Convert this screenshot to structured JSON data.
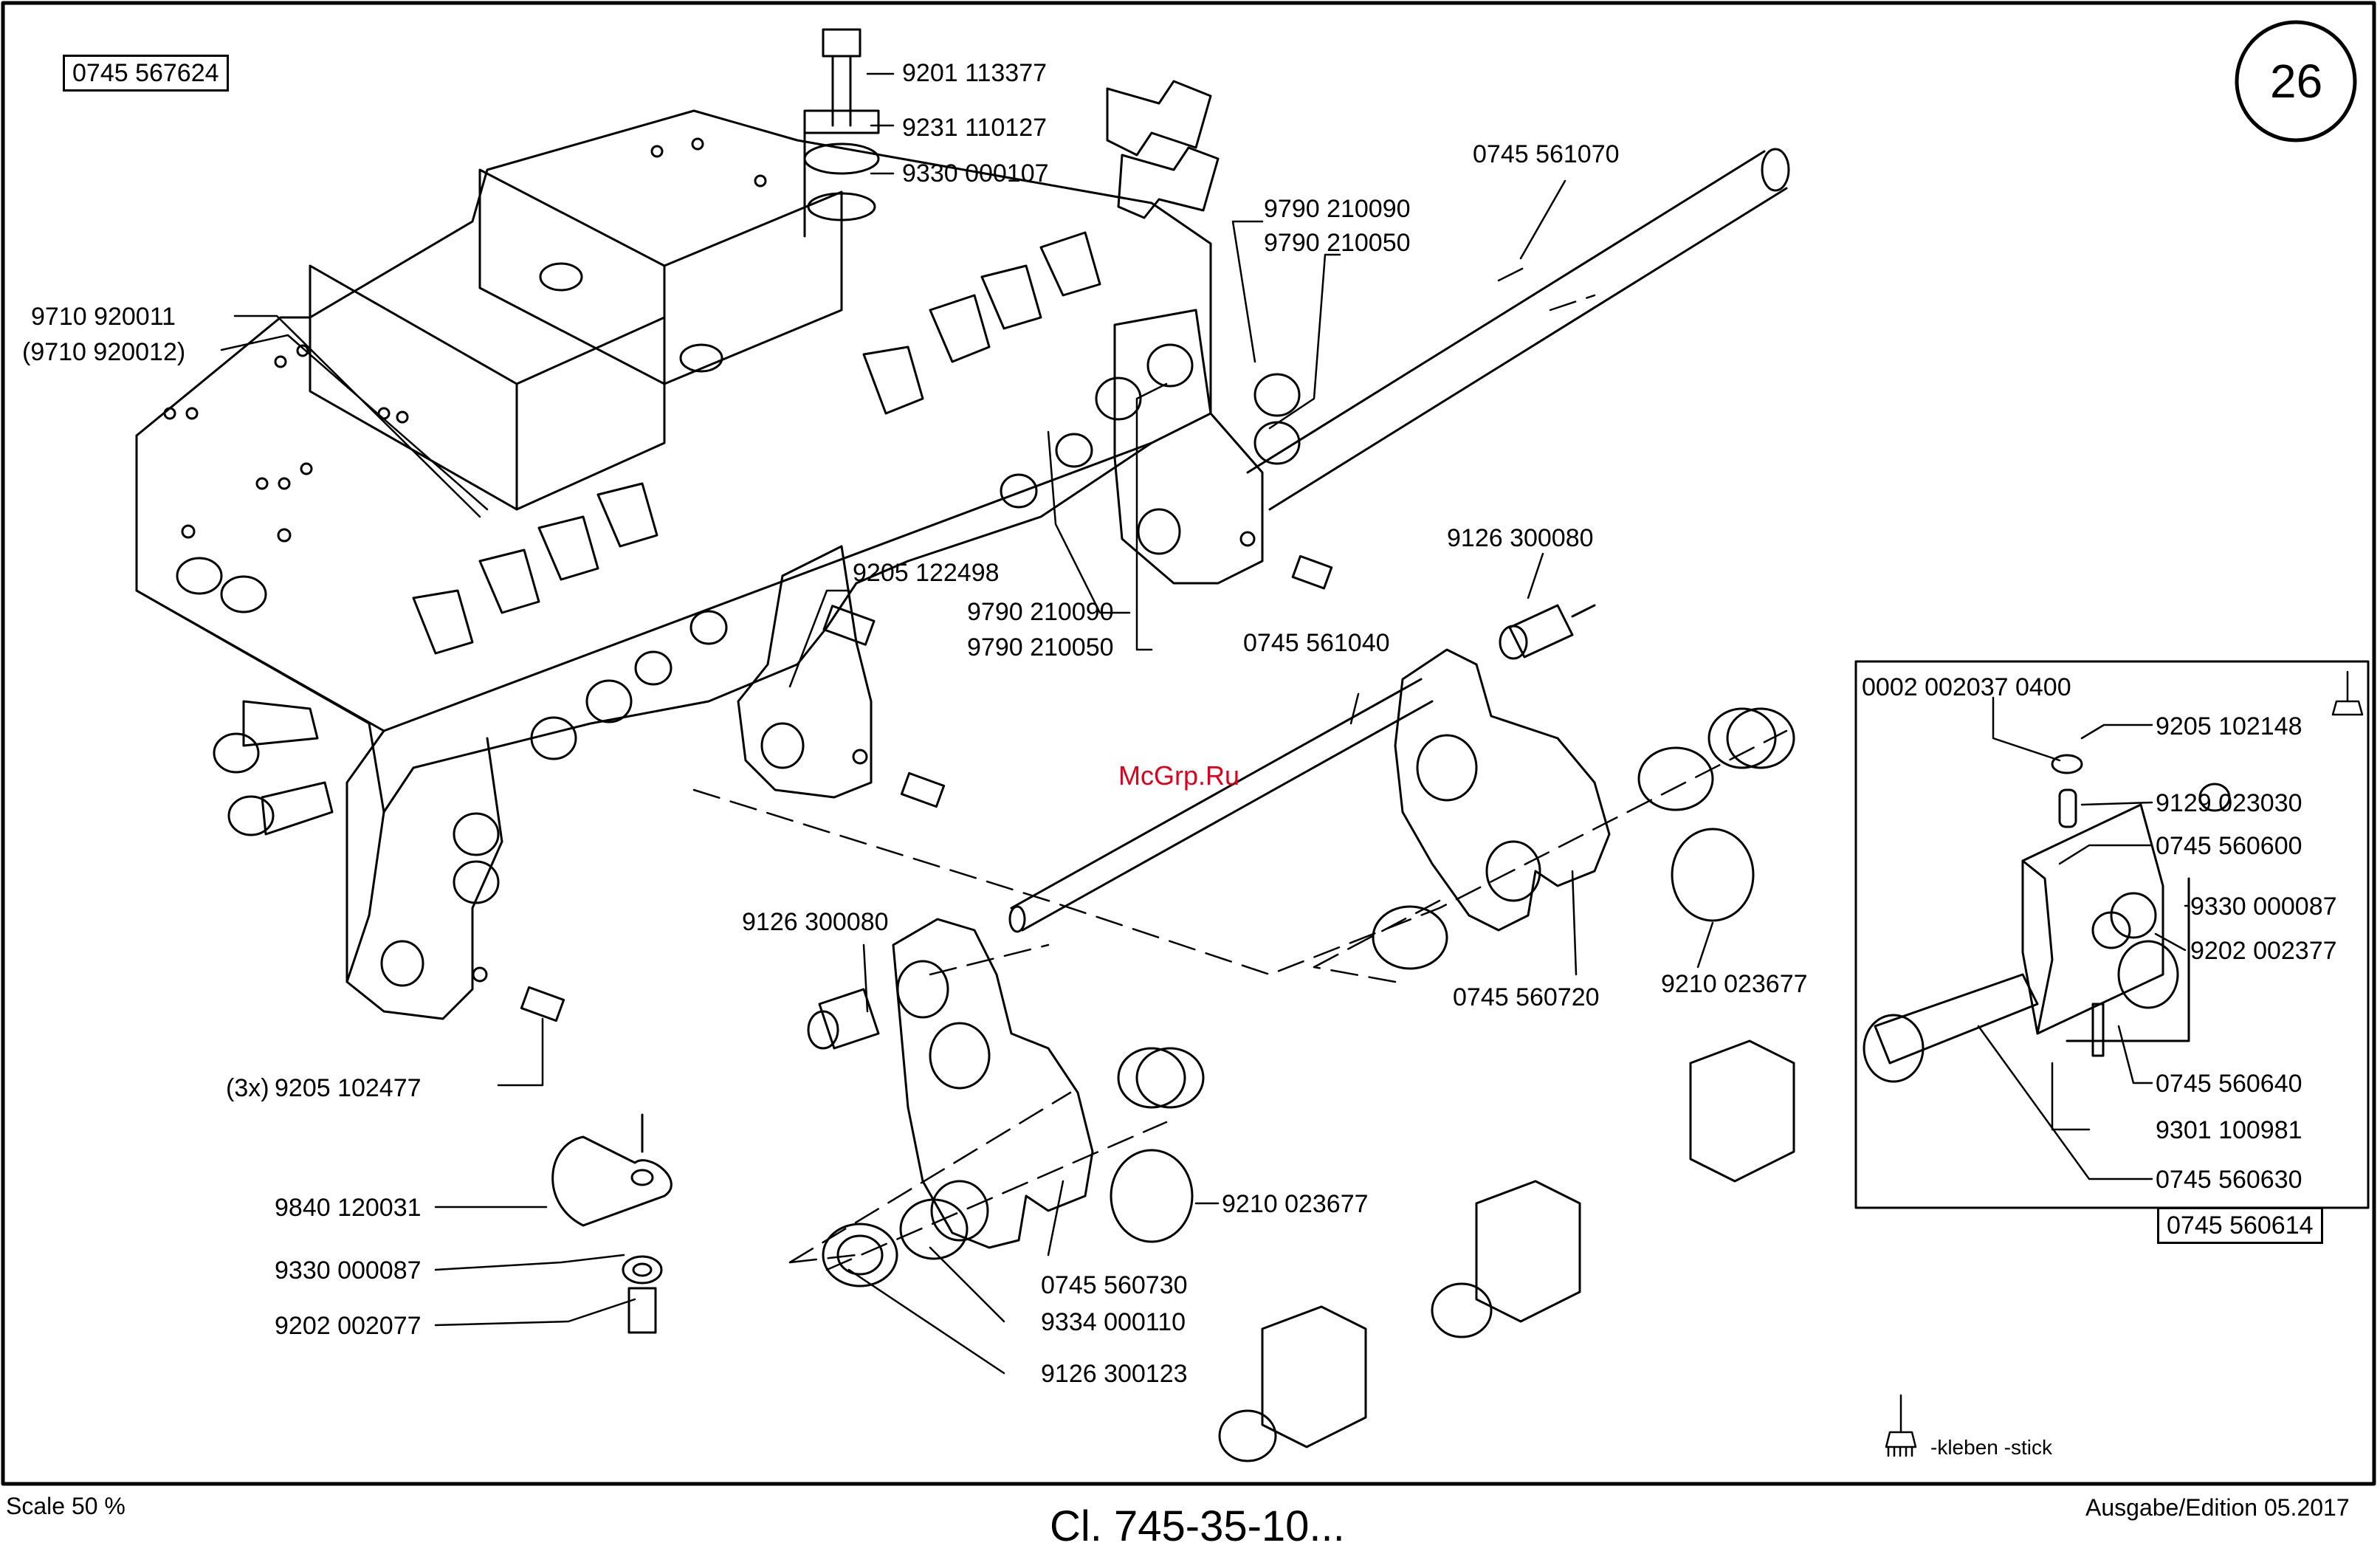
{
  "page": {
    "number": "26",
    "drawing_number": "0745 567624",
    "scale": "Scale 50 %",
    "title": "Cl. 745-35-10...",
    "edition": "Ausgabe/Edition 05.2017",
    "watermark": "McGrp.Ru"
  },
  "labels": {
    "p9201_113377": "9201 113377",
    "p9231_110127": "9231 110127",
    "p9330_000107": "9330 000107",
    "p0745_561070": "0745 561070",
    "p9790_210090_a": "9790 210090",
    "p9790_210050_a": "9790 210050",
    "p9710_920011": "9710 920011",
    "p9710_920012": "(9710 920012)",
    "p9205_122498": "9205 122498",
    "p9790_210090_b": "9790 210090",
    "p9790_210050_b": "9790 210050",
    "p9126_300080_a": "9126 300080",
    "p0745_561040": "0745 561040",
    "p9126_300080_b": "9126 300080",
    "p0745_560720": "0745 560720",
    "p9210_023677_a": "9210 023677",
    "qty_3x": "(3x)",
    "p9205_102477": "9205 102477",
    "p9840_120031": "9840 120031",
    "p9330_000087_a": "9330 000087",
    "p9202_002077": "9202 002077",
    "p0745_560730": "0745 560730",
    "p9210_023677_b": "9210 023677",
    "p9334_000110": "9334 000110",
    "p9126_300123": "9126 300123"
  },
  "detail_box": {
    "p0002_002037_0400": "0002 002037 0400",
    "p9205_102148": "9205 102148",
    "p9129_023030": "9129 023030",
    "p0745_560600": "0745 560600",
    "p9330_000087": "9330 000087",
    "p9202_002377": "9202 002377",
    "p0745_560640": "0745 560640",
    "p9301_100981": "9301 100981",
    "p0745_560630": "0745 560630",
    "assembly": "0745 560614"
  },
  "legend": {
    "text": "-kleben -stick",
    "icon": "glue-brush-icon"
  }
}
